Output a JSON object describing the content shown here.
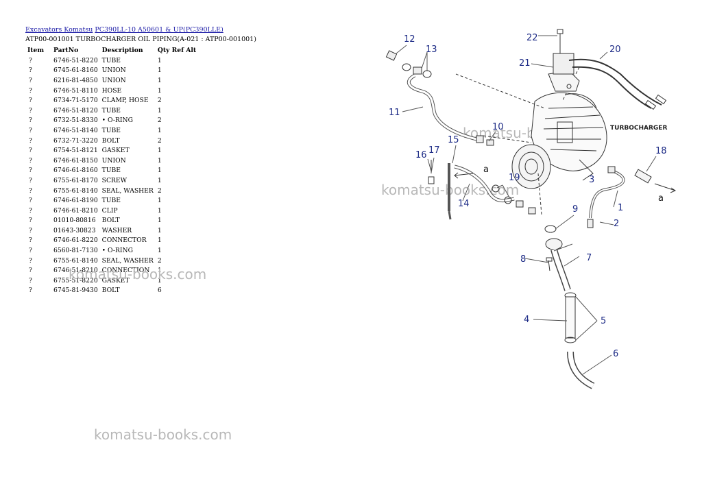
{
  "breadcrumb": {
    "link1": "Excavators Komatsu",
    "link2": "PC390LL-10 A50601 & UP(PC390LLE)"
  },
  "doc_title": "ATP00-001001 TURBOCHARGER OIL PIPING(A-021 : ATP00-001001)",
  "table": {
    "headers": [
      "Item",
      "PartNo",
      "Description",
      "Qty",
      "Ref",
      "Alt"
    ],
    "rows": [
      {
        "item": "?",
        "part_no": "6746-51-8220",
        "desc": "TUBE",
        "qty": "1"
      },
      {
        "item": "?",
        "part_no": "6745-61-8160",
        "desc": "UNION",
        "qty": "1"
      },
      {
        "item": "?",
        "part_no": "6216-81-4850",
        "desc": "UNION",
        "qty": "1"
      },
      {
        "item": "?",
        "part_no": "6746-51-8110",
        "desc": "HOSE",
        "qty": "1"
      },
      {
        "item": "?",
        "part_no": "6734-71-5170",
        "desc": "CLAMP, HOSE",
        "qty": "2"
      },
      {
        "item": "?",
        "part_no": "6746-51-8120",
        "desc": "TUBE",
        "qty": "1"
      },
      {
        "item": "?",
        "part_no": "6732-51-8330",
        "desc": "• O-RING",
        "qty": "2"
      },
      {
        "item": "?",
        "part_no": "6746-51-8140",
        "desc": "TUBE",
        "qty": "1"
      },
      {
        "item": "?",
        "part_no": "6732-71-3220",
        "desc": "BOLT",
        "qty": "2"
      },
      {
        "item": "?",
        "part_no": "6754-51-8121",
        "desc": "GASKET",
        "qty": "1"
      },
      {
        "item": "?",
        "part_no": "6746-61-8150",
        "desc": "UNION",
        "qty": "1"
      },
      {
        "item": "?",
        "part_no": "6746-61-8160",
        "desc": "TUBE",
        "qty": "1"
      },
      {
        "item": "?",
        "part_no": "6755-61-8170",
        "desc": "SCREW",
        "qty": "1"
      },
      {
        "item": "?",
        "part_no": "6755-61-8140",
        "desc": "SEAL, WASHER",
        "qty": "2"
      },
      {
        "item": "?",
        "part_no": "6746-61-8190",
        "desc": "TUBE",
        "qty": "1"
      },
      {
        "item": "?",
        "part_no": "6746-61-8210",
        "desc": "CLIP",
        "qty": "1"
      },
      {
        "item": "?",
        "part_no": "01010-80816",
        "desc": "BOLT",
        "qty": "1"
      },
      {
        "item": "?",
        "part_no": "01643-30823",
        "desc": "WASHER",
        "qty": "1"
      },
      {
        "item": "?",
        "part_no": "6746-61-8220",
        "desc": "CONNECTOR",
        "qty": "1"
      },
      {
        "item": "?",
        "part_no": "6560-81-7130",
        "desc": "• O-RING",
        "qty": "1"
      },
      {
        "item": "?",
        "part_no": "6755-61-8140",
        "desc": "SEAL, WASHER",
        "qty": "2"
      },
      {
        "item": "?",
        "part_no": "6746-51-8210",
        "desc": "CONNECTION",
        "qty": "1"
      },
      {
        "item": "?",
        "part_no": "6755-51-8220",
        "desc": "GASKET",
        "qty": "1"
      },
      {
        "item": "?",
        "part_no": "6745-81-9430",
        "desc": "BOLT",
        "qty": "6"
      }
    ]
  },
  "watermark": "komatsu-books.com",
  "diagram": {
    "component_label": "TURBOCHARGER",
    "callouts": [
      "1",
      "2",
      "3",
      "4",
      "5",
      "6",
      "7",
      "8",
      "9",
      "10",
      "11",
      "12",
      "13",
      "14",
      "15",
      "16",
      "17",
      "18",
      "19",
      "20",
      "21",
      "22"
    ],
    "arrow_labels": [
      "a",
      "a"
    ]
  }
}
